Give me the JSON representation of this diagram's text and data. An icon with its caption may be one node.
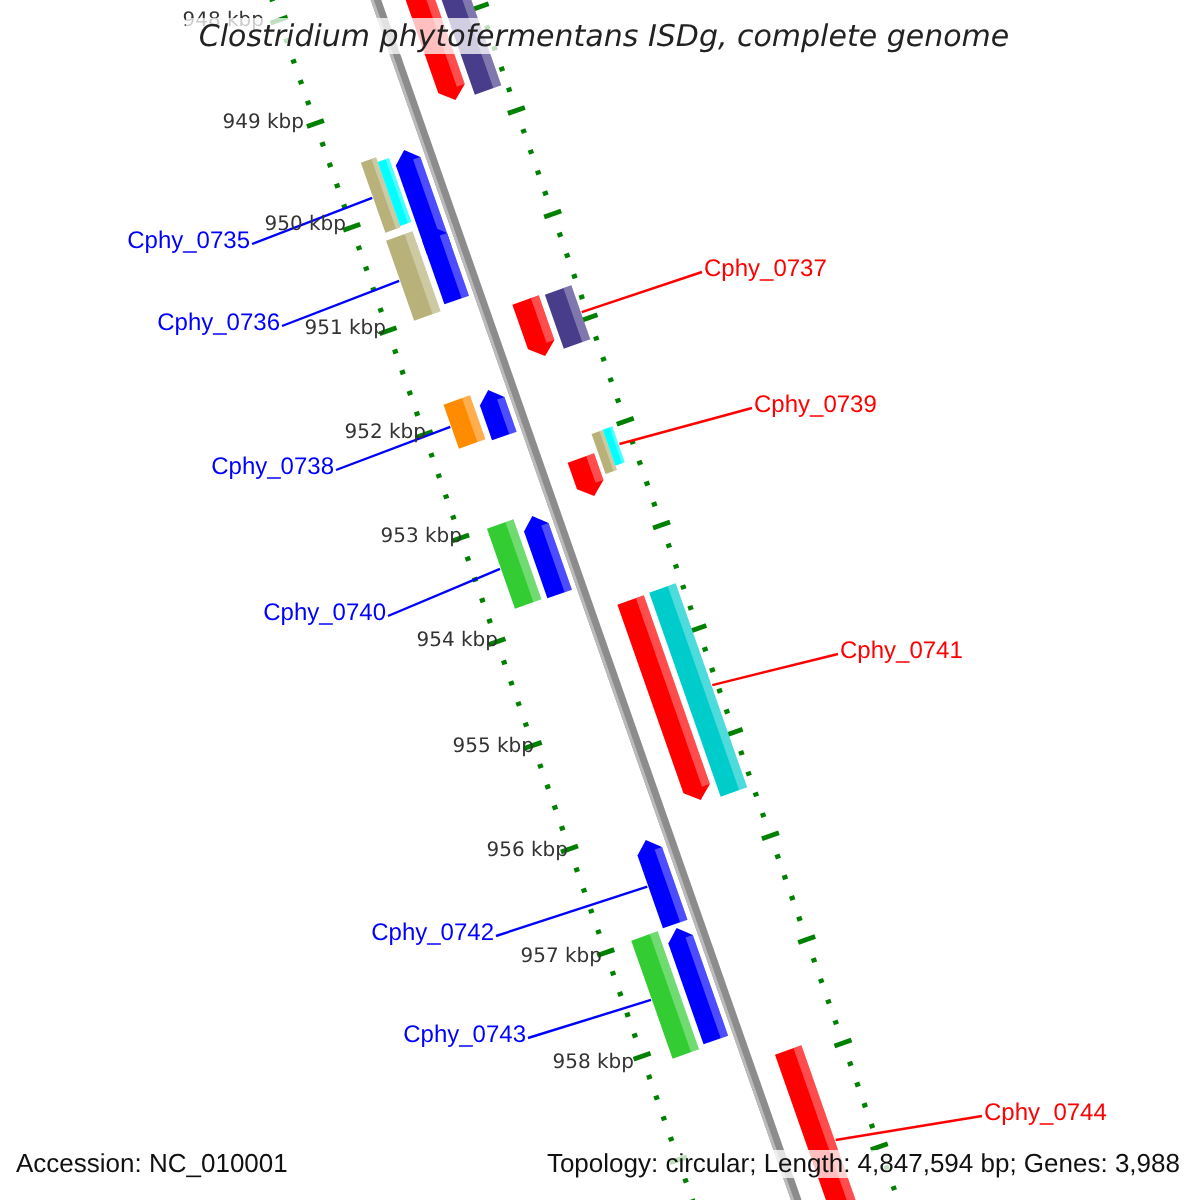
{
  "diagram": {
    "title": "Clostridium phytofermentans ISDg, complete genome",
    "nodes": [
      {
        "text": [
          "Cphy_0735"
        ]
      },
      {
        "text": [
          "Cphy_0737"
        ]
      },
      {
        "text": [
          "Cphy_0736"
        ]
      },
      {
        "text": [
          "Cphy_0739"
        ]
      },
      {
        "text": [
          "Cphy_0738"
        ]
      },
      {
        "text": [
          "Cphy_0740"
        ]
      },
      {
        "text": [
          "Cphy_0741"
        ]
      },
      {
        "text": [
          "Cphy_0742"
        ]
      },
      {
        "text": [
          "Cphy_0743"
        ]
      },
      {
        "text": [
          "Cphy_0744"
        ]
      },
      {
        "text": [],
        "shape": "bar"
      },
      {
        "text": [],
        "shape": "bar"
      },
      {
        "text": [],
        "shape": "bar"
      },
      {
        "text": [],
        "shape": "bar"
      },
      {
        "text": [],
        "shape": "bar"
      },
      {
        "text": [],
        "shape": "bar"
      },
      {
        "text": [],
        "shape": "bar"
      },
      {
        "text": [],
        "shape": "bar"
      },
      {
        "text": [],
        "shape": "bar"
      },
      {
        "text": [],
        "shape": "bar"
      }
    ],
    "edges": [
      {
        "from": 0,
        "to": 10,
        "arrow": "none"
      },
      {
        "from": 1,
        "to": 12,
        "arrow": "none",
        "color": "#ff0000"
      },
      {
        "from": 2,
        "to": 11,
        "arrow": "none"
      },
      {
        "from": 3,
        "to": 14,
        "arrow": "none",
        "color": "#ff0000"
      },
      {
        "from": 4,
        "to": 13,
        "arrow": "none"
      },
      {
        "from": 5,
        "to": 15,
        "arrow": "none"
      },
      {
        "from": 6,
        "to": 16,
        "arrow": "none",
        "color": "#ff0000"
      },
      {
        "from": 7,
        "to": 17,
        "arrow": "none"
      },
      {
        "from": 8,
        "to": 18,
        "arrow": "none"
      },
      {
        "from": 9,
        "to": 19,
        "arrow": "none",
        "color": "#ff0000"
      }
    ],
    "labels": [
      "948 kbp",
      "949 kbp",
      "950 kbp",
      "951 kbp",
      "952 kbp",
      "953 kbp",
      "954 kbp",
      "955 kbp",
      "956 kbp",
      "957 kbp",
      "958 kbp",
      "Accession: NC_010001",
      "Topology: circular; Length: 4,847,594 bp; Genes: 3,988"
    ]
  }
}
